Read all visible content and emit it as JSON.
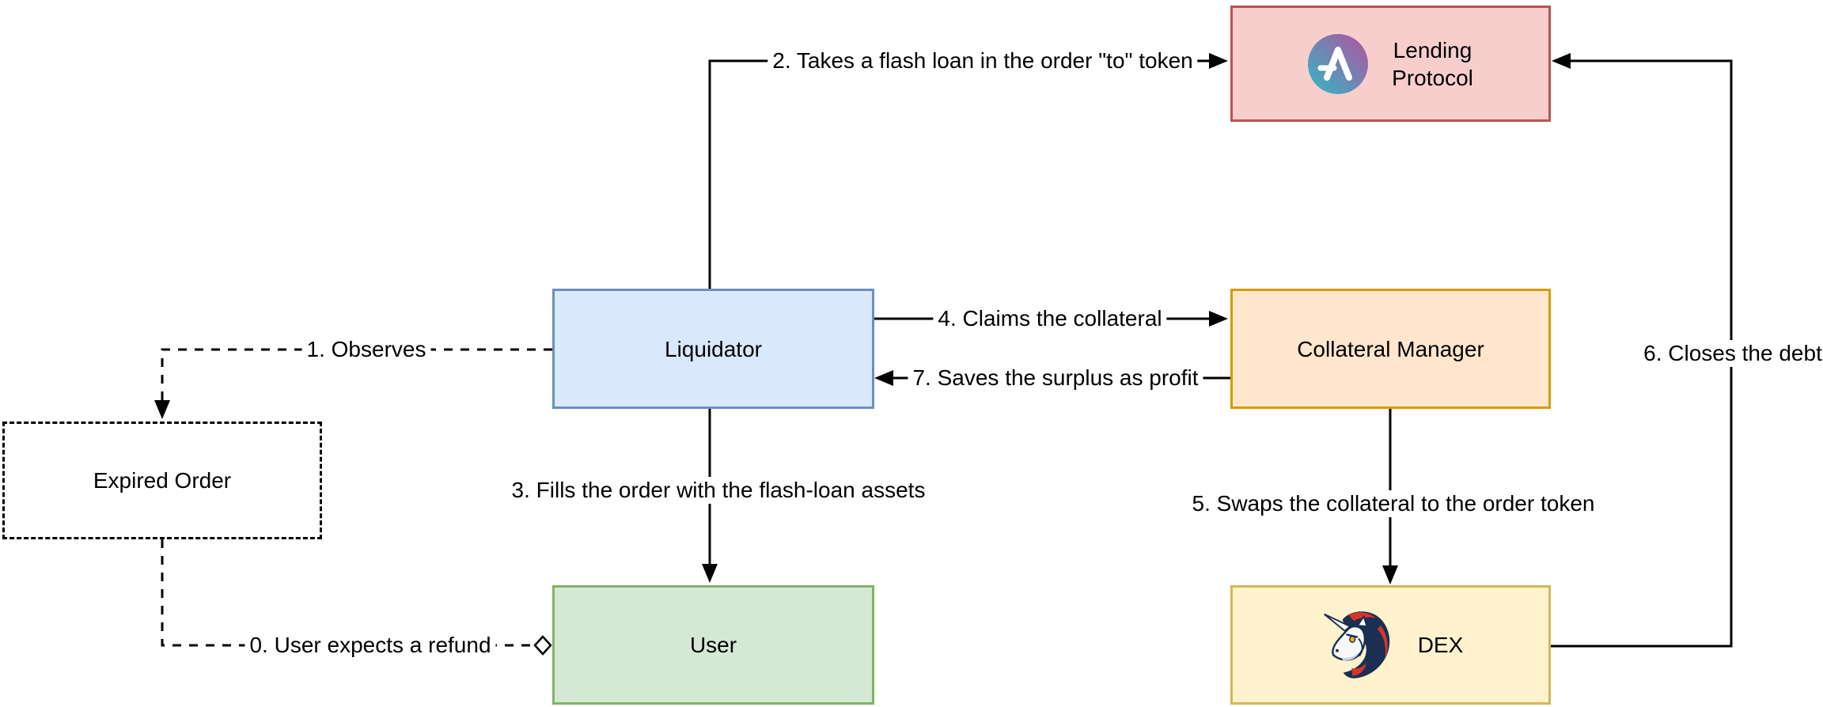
{
  "diagram": {
    "background_color": "#ffffff",
    "nodes": {
      "lending_protocol": {
        "label": "Lending\nProtocol",
        "icon": "aave-logo-icon",
        "fill": "#f8cecc",
        "stroke": "#b85450",
        "icon_colors": {
          "gradient_start": "#2ebac6",
          "gradient_end": "#b6509e",
          "glyph": "#ffffff"
        }
      },
      "liquidator": {
        "label": "Liquidator",
        "fill": "#dae8fc",
        "stroke": "#6c8ebf"
      },
      "collateral_manager": {
        "label": "Collateral Manager",
        "fill": "#ffe6cc",
        "stroke": "#d79b00"
      },
      "expired_order": {
        "label": "Expired Order",
        "fill": "#ffffff",
        "stroke": "#000000",
        "border_style": "dashed"
      },
      "user": {
        "label": "User",
        "fill": "#d5e8d4",
        "stroke": "#82b366"
      },
      "dex": {
        "label": "DEX",
        "icon": "1inch-unicorn-logo-icon",
        "fill": "#fff2cc",
        "stroke": "#d6b656",
        "icon_colors": {
          "mane": "#1b2f52",
          "accent": "#d6352b",
          "face": "#f7f9fb",
          "eye": "#f5b60a"
        }
      }
    },
    "edges": {
      "e0": {
        "label": "0. User expects a refund",
        "from": "expired_order",
        "to": "user",
        "line_style": "dashed",
        "end_marker": "open-diamond"
      },
      "e1": {
        "label": "1. Observes",
        "from": "liquidator",
        "to": "expired_order",
        "line_style": "dashed",
        "end_marker": "arrow"
      },
      "e2": {
        "label": "2. Takes a flash loan in the order \"to\" token",
        "from": "liquidator",
        "to": "lending_protocol",
        "line_style": "solid",
        "end_marker": "arrow"
      },
      "e3": {
        "label": "3. Fills the order with the flash-loan assets",
        "from": "liquidator",
        "to": "user",
        "line_style": "solid",
        "end_marker": "arrow"
      },
      "e4": {
        "label": "4. Claims the collateral",
        "from": "liquidator",
        "to": "collateral_manager",
        "line_style": "solid",
        "end_marker": "arrow"
      },
      "e5": {
        "label": "5. Swaps the collateral to the order token",
        "from": "collateral_manager",
        "to": "dex",
        "line_style": "solid",
        "end_marker": "arrow"
      },
      "e6": {
        "label": "6. Closes the debt",
        "from": "dex",
        "to": "lending_protocol",
        "line_style": "solid",
        "end_marker": "arrow"
      },
      "e7": {
        "label": "7. Saves the surplus as profit",
        "from": "collateral_manager",
        "to": "liquidator",
        "line_style": "solid",
        "end_marker": "arrow"
      }
    }
  }
}
